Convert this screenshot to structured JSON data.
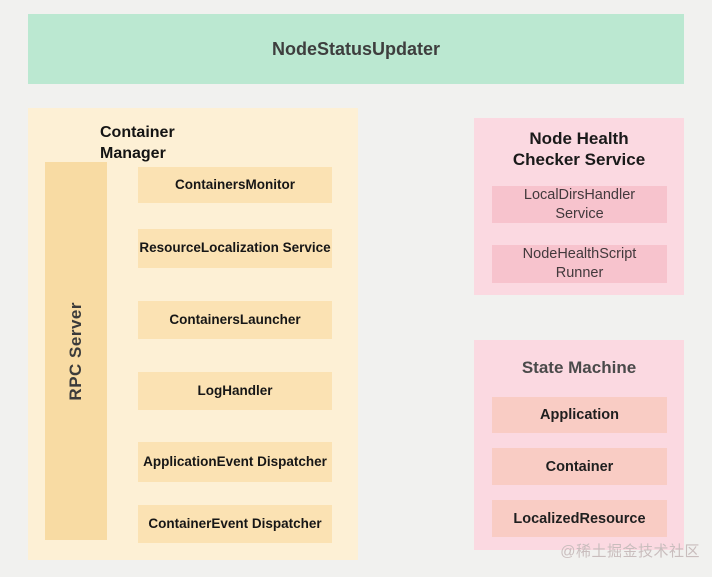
{
  "colors": {
    "page_bg": "#F1F1EF",
    "banner_bg": "#BBE8D1",
    "banner_text": "#3E3E3E",
    "cream_bg": "#FDF0D5",
    "rpc_bg": "#F8DBA3",
    "orange_bg": "#FBE2B3",
    "pink_bg": "#FBD9E1",
    "pink_inner_bg": "#F7C3CD",
    "salmon_inner_bg": "#F9CCC4",
    "watermark_color": "#C9BDBD"
  },
  "banner": {
    "label": "NodeStatusUpdater"
  },
  "container_manager": {
    "title": "Container Manager",
    "rpc_server": {
      "label": "RPC Server"
    },
    "components": [
      {
        "label": "ContainersMonitor"
      },
      {
        "label": "ResourceLocalization Service"
      },
      {
        "label": "ContainersLauncher"
      },
      {
        "label": "LogHandler"
      },
      {
        "label": "ApplicationEvent Dispatcher"
      },
      {
        "label": "ContainerEvent Dispatcher"
      }
    ]
  },
  "node_health_checker": {
    "title": "Node Health Checker Service",
    "components": [
      {
        "label": "LocalDirsHandler Service"
      },
      {
        "label": "NodeHealthScript Runner"
      }
    ]
  },
  "state_machine": {
    "title": "State Machine",
    "components": [
      {
        "label": "Application"
      },
      {
        "label": "Container"
      },
      {
        "label": "LocalizedResource"
      }
    ]
  },
  "watermark": {
    "label": "@稀土掘金技术社区"
  }
}
